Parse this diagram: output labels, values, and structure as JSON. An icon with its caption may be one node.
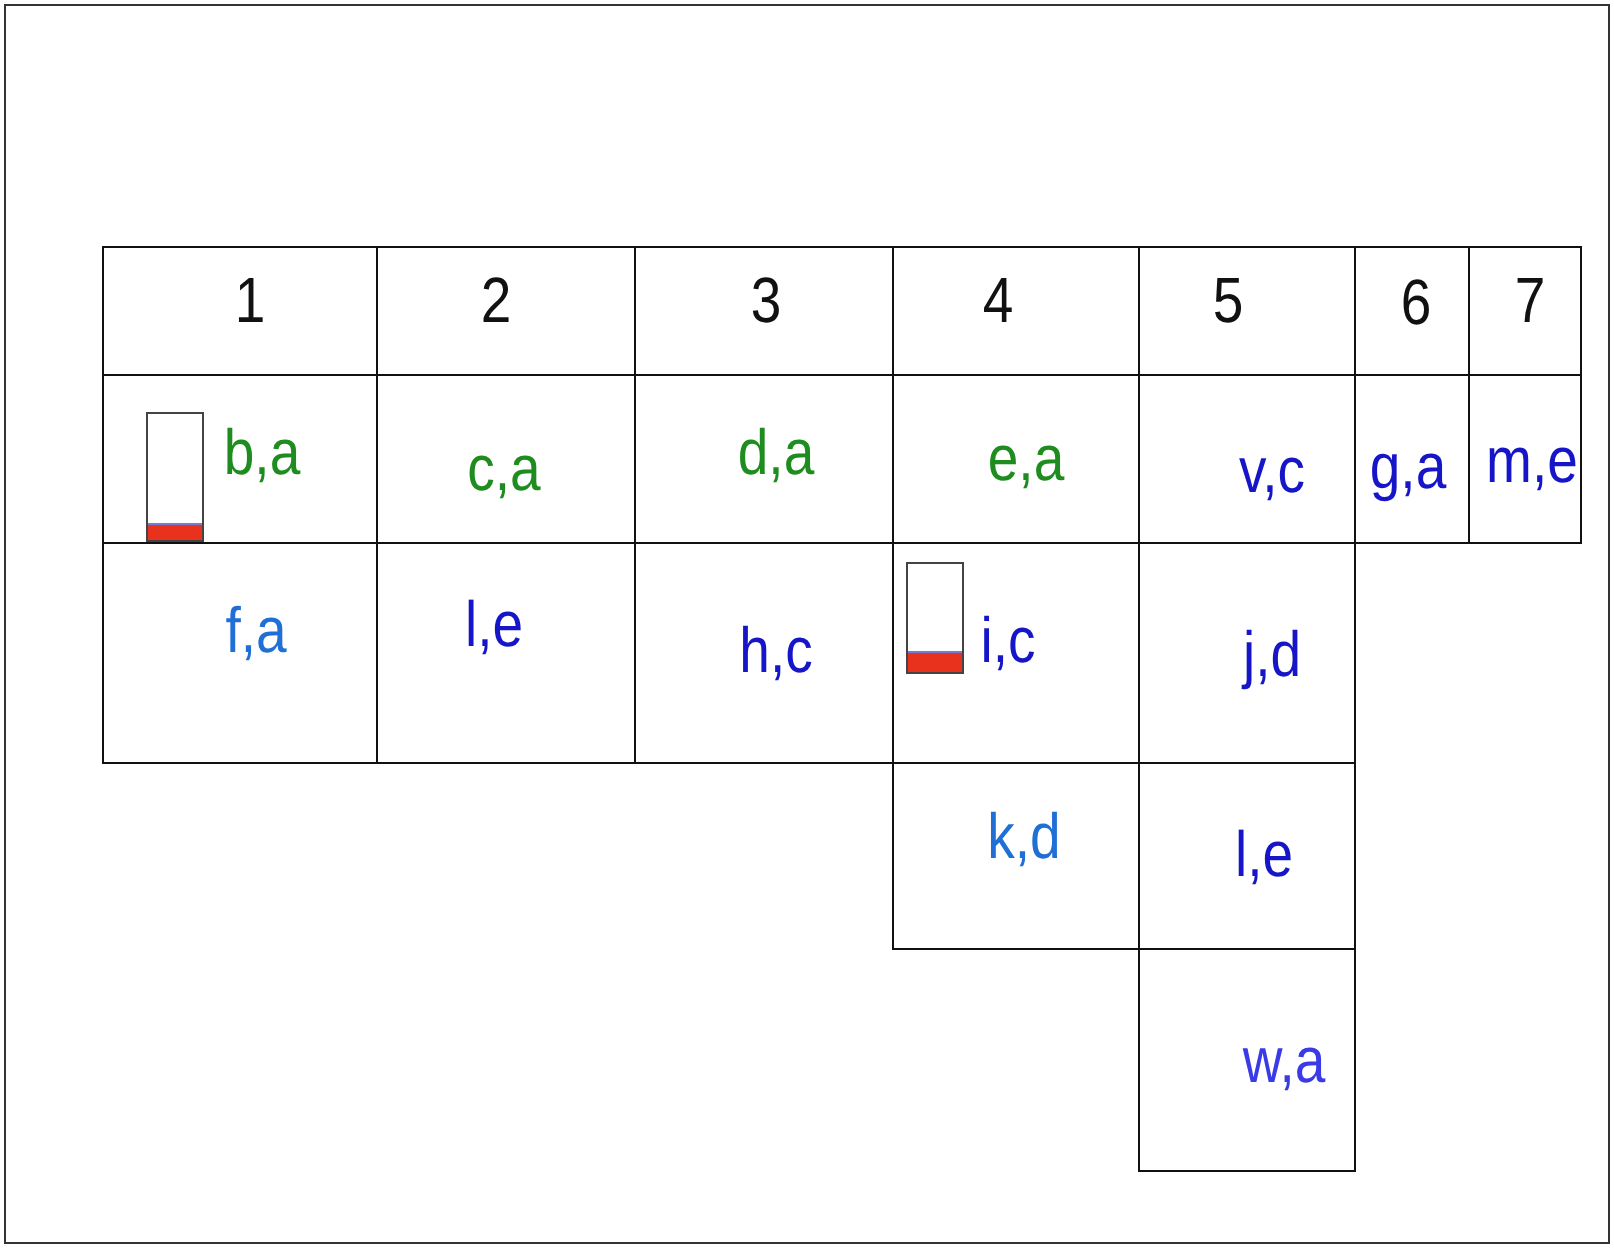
{
  "diagram": {
    "labels": [
      "1",
      "2",
      "3",
      "4",
      "5",
      "6",
      "7",
      "b,a",
      "c,a",
      "d,a",
      "e,a",
      "v,c",
      "g,a",
      "m,e",
      "f,a",
      "l,e",
      "h,c",
      "i,c",
      "j,d",
      "k,d",
      "l,e",
      "w,a"
    ]
  }
}
